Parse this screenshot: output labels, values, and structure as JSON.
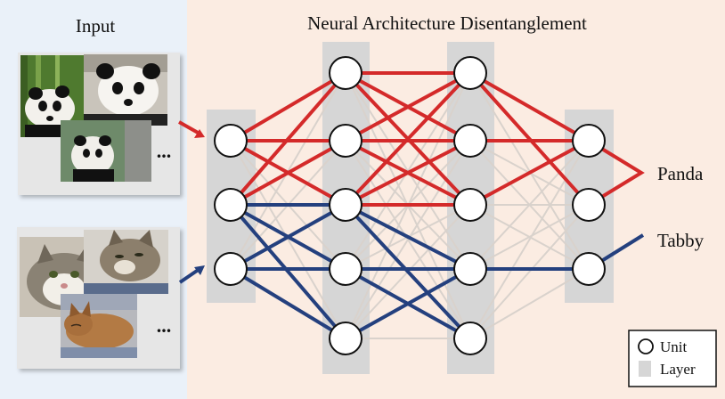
{
  "headings": {
    "input": "Input",
    "architecture": "Neural Architecture Disentanglement"
  },
  "inputs": [
    {
      "name": "panda-images",
      "ellipsis": "...",
      "arrow_color": "#d42a2a"
    },
    {
      "name": "cat-images",
      "ellipsis": "...",
      "arrow_color": "#24407e"
    }
  ],
  "outputs": {
    "panda": "Panda",
    "tabby": "Tabby"
  },
  "legend": {
    "unit": "Unit",
    "layer": "Layer"
  },
  "network": {
    "layer_sizes": [
      3,
      5,
      5,
      3
    ],
    "panda_path": [
      [
        [
          0,
          0
        ],
        [
          1,
          0
        ]
      ],
      [
        [
          0,
          0
        ],
        [
          1,
          1
        ]
      ],
      [
        [
          0,
          0
        ],
        [
          1,
          2
        ]
      ],
      [
        [
          0,
          1
        ],
        [
          1,
          0
        ]
      ],
      [
        [
          0,
          1
        ],
        [
          1,
          1
        ]
      ],
      [
        [
          0,
          1
        ],
        [
          1,
          2
        ]
      ],
      [
        [
          1,
          0
        ],
        [
          2,
          0
        ]
      ],
      [
        [
          1,
          0
        ],
        [
          2,
          1
        ]
      ],
      [
        [
          1,
          0
        ],
        [
          2,
          2
        ]
      ],
      [
        [
          1,
          1
        ],
        [
          2,
          0
        ]
      ],
      [
        [
          1,
          1
        ],
        [
          2,
          1
        ]
      ],
      [
        [
          1,
          1
        ],
        [
          2,
          2
        ]
      ],
      [
        [
          1,
          2
        ],
        [
          2,
          0
        ]
      ],
      [
        [
          1,
          2
        ],
        [
          2,
          1
        ]
      ],
      [
        [
          1,
          2
        ],
        [
          2,
          2
        ]
      ],
      [
        [
          2,
          0
        ],
        [
          3,
          0
        ]
      ],
      [
        [
          2,
          1
        ],
        [
          3,
          0
        ]
      ],
      [
        [
          2,
          2
        ],
        [
          3,
          0
        ]
      ],
      [
        [
          2,
          0
        ],
        [
          3,
          1
        ]
      ]
    ],
    "tabby_path": [
      [
        [
          0,
          1
        ],
        [
          1,
          2
        ]
      ],
      [
        [
          0,
          1
        ],
        [
          1,
          3
        ]
      ],
      [
        [
          0,
          1
        ],
        [
          1,
          4
        ]
      ],
      [
        [
          0,
          2
        ],
        [
          1,
          2
        ]
      ],
      [
        [
          0,
          2
        ],
        [
          1,
          3
        ]
      ],
      [
        [
          0,
          2
        ],
        [
          1,
          4
        ]
      ],
      [
        [
          1,
          2
        ],
        [
          2,
          3
        ]
      ],
      [
        [
          1,
          2
        ],
        [
          2,
          4
        ]
      ],
      [
        [
          1,
          3
        ],
        [
          2,
          3
        ]
      ],
      [
        [
          1,
          3
        ],
        [
          2,
          4
        ]
      ],
      [
        [
          1,
          4
        ],
        [
          2,
          3
        ]
      ],
      [
        [
          2,
          3
        ],
        [
          3,
          2
        ]
      ]
    ]
  },
  "colors": {
    "input_panel": "#eaf1f9",
    "main_panel": "#fbece2",
    "layer_bar": "#d6d6d6",
    "panda_path": "#d42a2a",
    "tabby_path": "#24407e",
    "faint_link": "#d9d2cc",
    "unit_fill": "#ffffff",
    "unit_stroke": "#111111"
  },
  "icons": {
    "unit": "circle-icon",
    "layer": "square-icon"
  }
}
